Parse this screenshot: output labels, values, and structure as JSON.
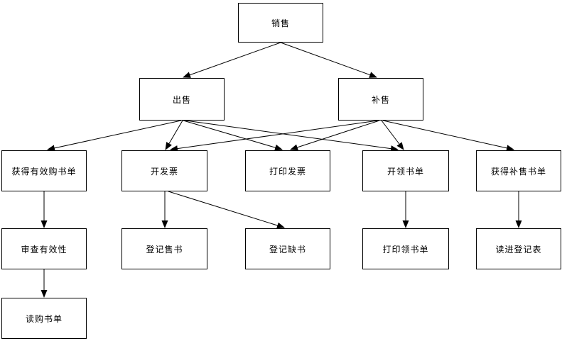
{
  "diagram": {
    "type": "hierarchy-flowchart",
    "background_color": "#ffffff",
    "node_border_color": "#000000",
    "node_fill_color": "#ffffff",
    "edge_color": "#000000",
    "nodes": {
      "sales": {
        "label": "销售"
      },
      "sell": {
        "label": "出售"
      },
      "restock": {
        "label": "补售"
      },
      "get_valid_purchase_order": {
        "label": "获得有效购书单"
      },
      "issue_invoice": {
        "label": "开发票"
      },
      "print_invoice": {
        "label": "打印发票"
      },
      "issue_pickup_list": {
        "label": "开领书单"
      },
      "get_restock_list": {
        "label": "获得补售书单"
      },
      "check_validity": {
        "label": "审查有效性"
      },
      "register_sale": {
        "label": "登记售书"
      },
      "register_missing": {
        "label": "登记缺书"
      },
      "print_pickup_list": {
        "label": "打印领书单"
      },
      "read_into_register": {
        "label": "读进登记表"
      },
      "read_purchase_order": {
        "label": "读购书单"
      }
    },
    "edges": [
      {
        "from": "sales",
        "to": "sell"
      },
      {
        "from": "sales",
        "to": "restock"
      },
      {
        "from": "sell",
        "to": "get_valid_purchase_order"
      },
      {
        "from": "sell",
        "to": "issue_invoice"
      },
      {
        "from": "sell",
        "to": "print_invoice"
      },
      {
        "from": "sell",
        "to": "issue_pickup_list"
      },
      {
        "from": "restock",
        "to": "issue_invoice"
      },
      {
        "from": "restock",
        "to": "print_invoice"
      },
      {
        "from": "restock",
        "to": "issue_pickup_list"
      },
      {
        "from": "restock",
        "to": "get_restock_list"
      },
      {
        "from": "get_valid_purchase_order",
        "to": "check_validity"
      },
      {
        "from": "issue_invoice",
        "to": "register_sale"
      },
      {
        "from": "issue_invoice",
        "to": "register_missing"
      },
      {
        "from": "issue_pickup_list",
        "to": "print_pickup_list"
      },
      {
        "from": "get_restock_list",
        "to": "read_into_register"
      },
      {
        "from": "check_validity",
        "to": "read_purchase_order"
      }
    ]
  }
}
